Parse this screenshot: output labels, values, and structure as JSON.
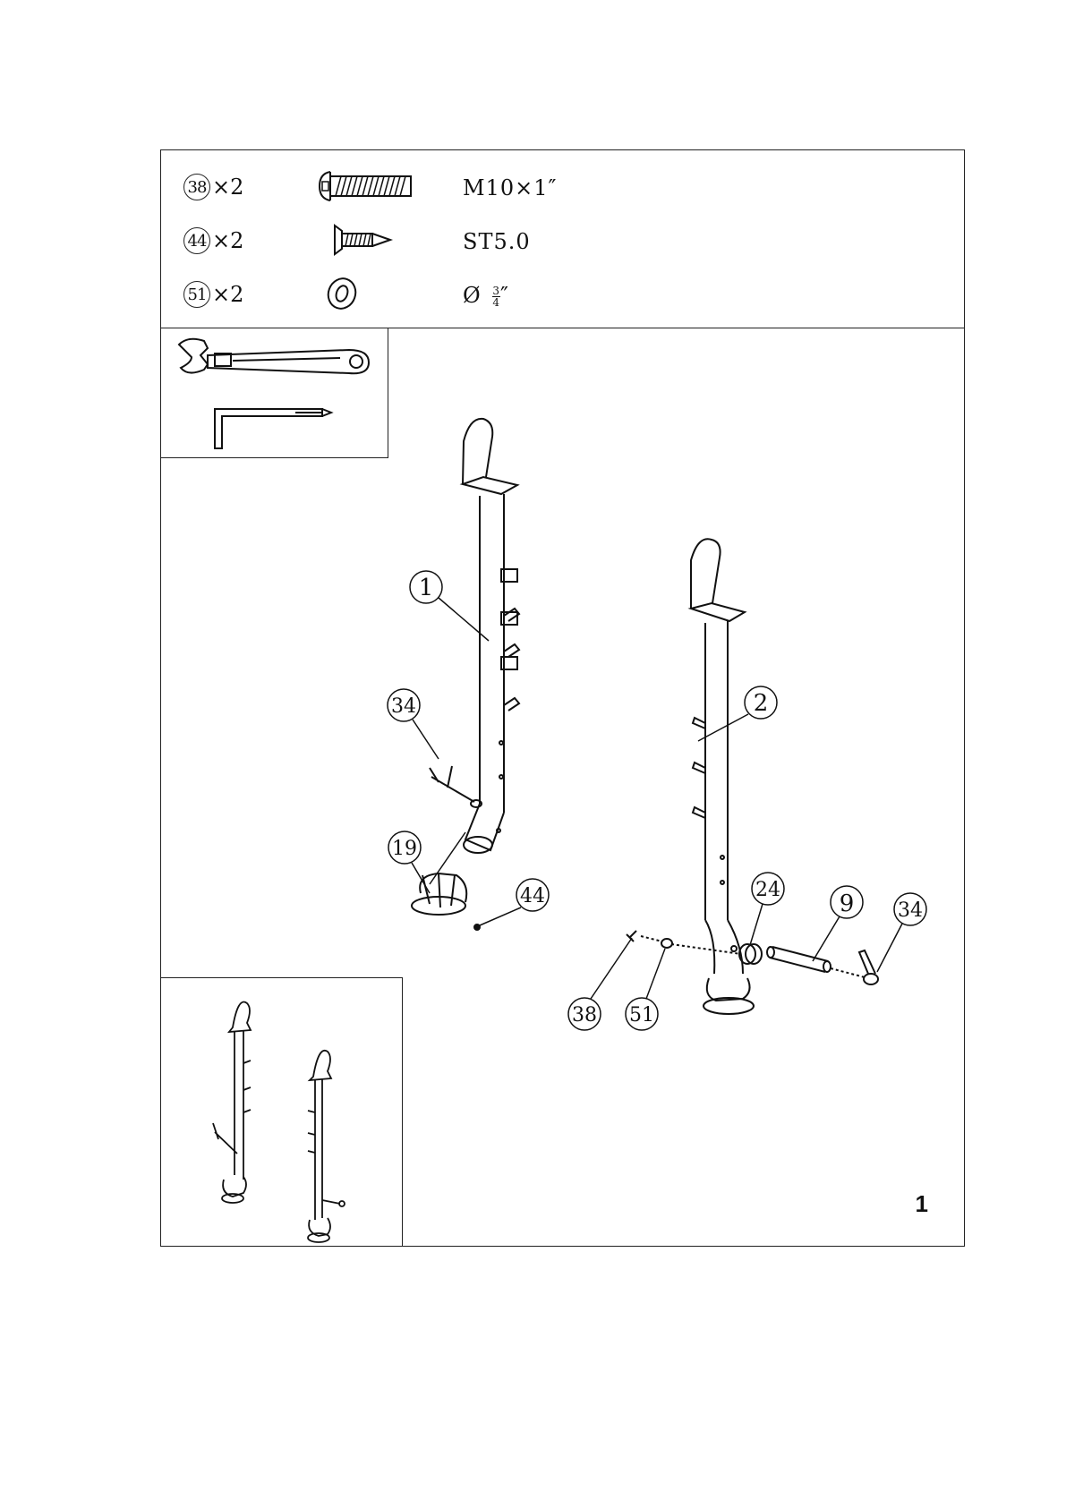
{
  "hardware": [
    {
      "part": "38",
      "qty": "×2",
      "spec": "M10×1″",
      "icon": "bolt-icon"
    },
    {
      "part": "44",
      "qty": "×2",
      "spec": "ST5.0",
      "icon": "screw-icon"
    },
    {
      "part": "51",
      "qty": "×2",
      "spec_prefix": "Ø",
      "spec_num": "3",
      "spec_den": "4",
      "spec_suffix": "″",
      "icon": "washer-icon"
    }
  ],
  "tools": [
    "wrench-icon",
    "hex-key-icon"
  ],
  "callouts": {
    "c1": "1",
    "c2": "2",
    "c34a": "34",
    "c19": "19",
    "c44": "44",
    "c24": "24",
    "c9": "9",
    "c34b": "34",
    "c38": "38",
    "c51": "51"
  },
  "step_number": "1"
}
